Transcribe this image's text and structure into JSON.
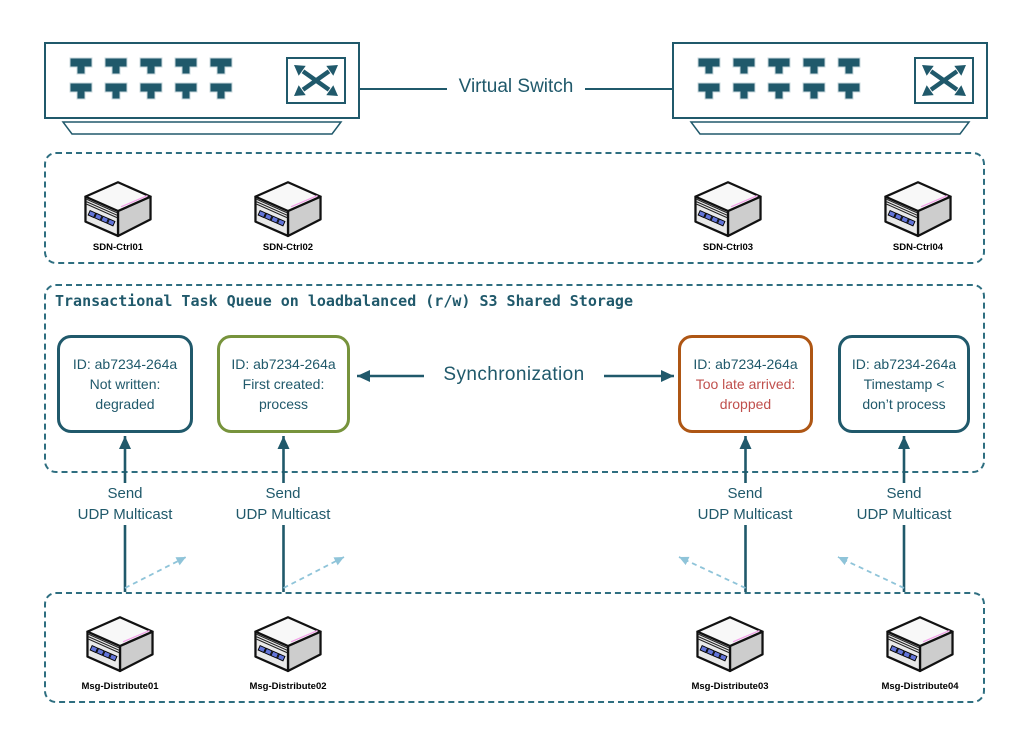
{
  "virtual_switch": {
    "label": "Virtual Switch"
  },
  "sdn": {
    "nodes": [
      {
        "label": "SDN-Ctrl01"
      },
      {
        "label": "SDN-Ctrl02"
      },
      {
        "label": "SDN-Ctrl03"
      },
      {
        "label": "SDN-Ctrl04"
      }
    ]
  },
  "queue": {
    "title": "Transactional Task Queue on loadbalanced (r/w) S3 Shared Storage",
    "sync_label": "Synchronization",
    "boxes": [
      {
        "id": "ID: ab7234-264a",
        "status": "Not written:",
        "result": "degraded"
      },
      {
        "id": "ID: ab7234-264a",
        "status": "First created:",
        "result": "process"
      },
      {
        "id": "ID: ab7234-264a",
        "status": "Too late arrived:",
        "result": "dropped"
      },
      {
        "id": "ID: ab7234-264a",
        "status": "Timestamp <",
        "result": "don’t process"
      }
    ]
  },
  "multicast": {
    "labels": [
      {
        "line1": "Send",
        "line2": "UDP Multicast"
      },
      {
        "line1": "Send",
        "line2": "UDP Multicast"
      },
      {
        "line1": "Send",
        "line2": "UDP Multicast"
      },
      {
        "line1": "Send",
        "line2": "UDP Multicast"
      }
    ]
  },
  "msg": {
    "nodes": [
      {
        "label": "Msg-Distribute01"
      },
      {
        "label": "Msg-Distribute02"
      },
      {
        "label": "Msg-Distribute03"
      },
      {
        "label": "Msg-Distribute04"
      }
    ]
  },
  "colors": {
    "teal": "#20596B",
    "container_dash": "#2E6E80",
    "light_blue_arrow": "#8FC4D9",
    "green_border": "#77933C",
    "orange_border": "#AE5614",
    "red_text": "#C0504D",
    "port_blue": "#6274D8",
    "pink_accent": "#F2A0E8"
  }
}
